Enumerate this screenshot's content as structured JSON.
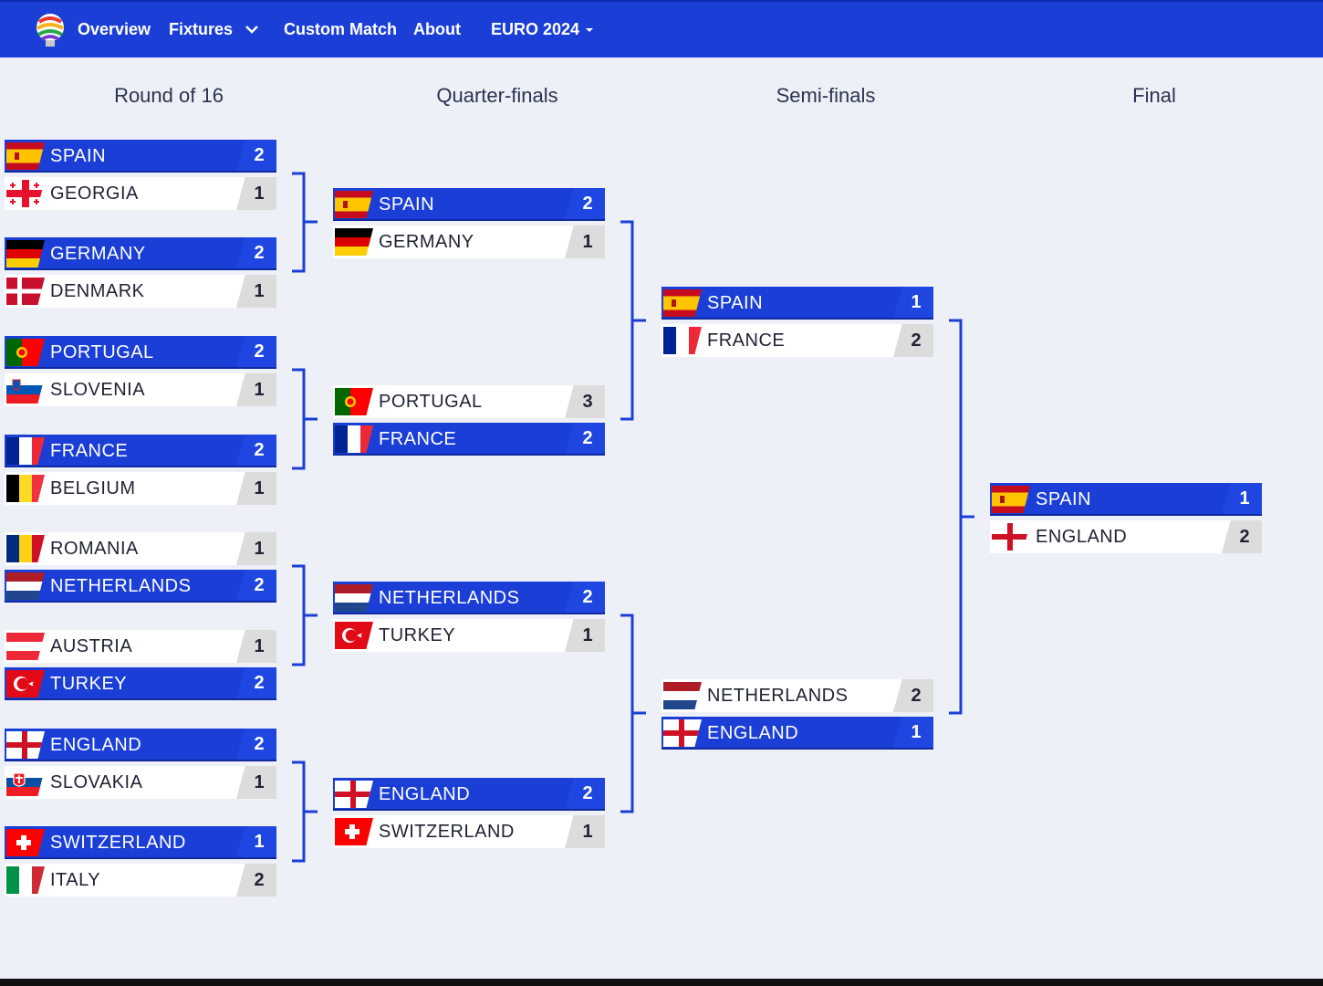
{
  "nav": {
    "overview": "Overview",
    "fixtures": "Fixtures",
    "custom_match": "Custom Match",
    "about": "About",
    "tournament": "EURO 2024"
  },
  "rounds": [
    "Round of 16",
    "Quarter-finals",
    "Semi-finals",
    "Final"
  ],
  "colors": {
    "header": "#1b3fd6",
    "winner_row": "#1b3fd6",
    "background": "#eef0f7",
    "bracket_line": "#1b3fd6"
  },
  "matches": [
    {
      "round": 0,
      "teams": [
        {
          "name": "SPAIN",
          "score": "2",
          "flag": "spain",
          "win": true
        },
        {
          "name": "GEORGIA",
          "score": "1",
          "flag": "georgia",
          "win": false
        }
      ]
    },
    {
      "round": 0,
      "teams": [
        {
          "name": "GERMANY",
          "score": "2",
          "flag": "germany",
          "win": true
        },
        {
          "name": "DENMARK",
          "score": "1",
          "flag": "denmark",
          "win": false
        }
      ]
    },
    {
      "round": 0,
      "teams": [
        {
          "name": "PORTUGAL",
          "score": "2",
          "flag": "portugal",
          "win": true
        },
        {
          "name": "SLOVENIA",
          "score": "1",
          "flag": "slovenia",
          "win": false
        }
      ]
    },
    {
      "round": 0,
      "teams": [
        {
          "name": "FRANCE",
          "score": "2",
          "flag": "france",
          "win": true
        },
        {
          "name": "BELGIUM",
          "score": "1",
          "flag": "belgium",
          "win": false
        }
      ]
    },
    {
      "round": 0,
      "teams": [
        {
          "name": "ROMANIA",
          "score": "1",
          "flag": "romania",
          "win": false
        },
        {
          "name": "NETHERLANDS",
          "score": "2",
          "flag": "netherlands",
          "win": true
        }
      ]
    },
    {
      "round": 0,
      "teams": [
        {
          "name": "AUSTRIA",
          "score": "1",
          "flag": "austria",
          "win": false
        },
        {
          "name": "TURKEY",
          "score": "2",
          "flag": "turkey",
          "win": true
        }
      ]
    },
    {
      "round": 0,
      "teams": [
        {
          "name": "ENGLAND",
          "score": "2",
          "flag": "england",
          "win": true
        },
        {
          "name": "SLOVAKIA",
          "score": "1",
          "flag": "slovakia",
          "win": false
        }
      ]
    },
    {
      "round": 0,
      "teams": [
        {
          "name": "SWITZERLAND",
          "score": "1",
          "flag": "switzerland",
          "win": true
        },
        {
          "name": "ITALY",
          "score": "2",
          "flag": "italy",
          "win": false
        }
      ]
    },
    {
      "round": 1,
      "teams": [
        {
          "name": "SPAIN",
          "score": "2",
          "flag": "spain",
          "win": true
        },
        {
          "name": "GERMANY",
          "score": "1",
          "flag": "germany",
          "win": false
        }
      ]
    },
    {
      "round": 1,
      "teams": [
        {
          "name": "PORTUGAL",
          "score": "3",
          "flag": "portugal",
          "win": false
        },
        {
          "name": "FRANCE",
          "score": "2",
          "flag": "france",
          "win": true
        }
      ]
    },
    {
      "round": 1,
      "teams": [
        {
          "name": "NETHERLANDS",
          "score": "2",
          "flag": "netherlands",
          "win": true
        },
        {
          "name": "TURKEY",
          "score": "1",
          "flag": "turkey",
          "win": false
        }
      ]
    },
    {
      "round": 1,
      "teams": [
        {
          "name": "ENGLAND",
          "score": "2",
          "flag": "england",
          "win": true
        },
        {
          "name": "SWITZERLAND",
          "score": "1",
          "flag": "switzerland",
          "win": false
        }
      ]
    },
    {
      "round": 2,
      "teams": [
        {
          "name": "SPAIN",
          "score": "1",
          "flag": "spain",
          "win": true
        },
        {
          "name": "FRANCE",
          "score": "2",
          "flag": "france",
          "win": false
        }
      ]
    },
    {
      "round": 2,
      "teams": [
        {
          "name": "NETHERLANDS",
          "score": "2",
          "flag": "netherlands",
          "win": false
        },
        {
          "name": "ENGLAND",
          "score": "1",
          "flag": "england",
          "win": true
        }
      ]
    },
    {
      "round": 3,
      "teams": [
        {
          "name": "SPAIN",
          "score": "1",
          "flag": "spain",
          "win": true
        },
        {
          "name": "ENGLAND",
          "score": "2",
          "flag": "england",
          "win": false
        }
      ]
    }
  ]
}
